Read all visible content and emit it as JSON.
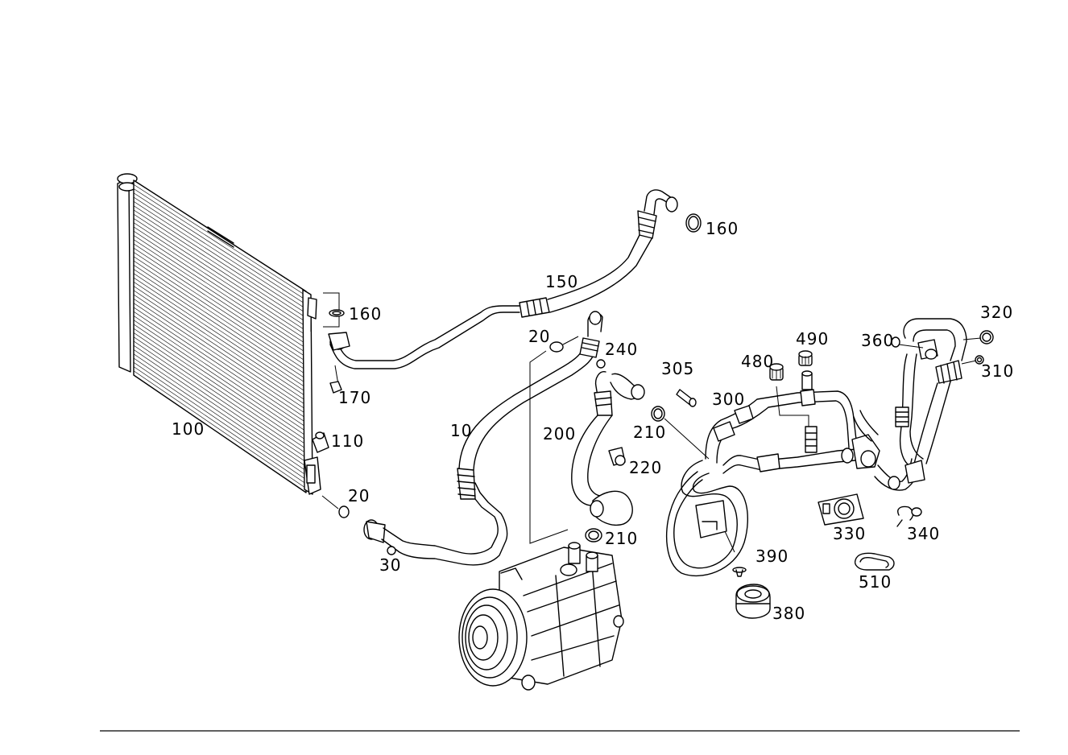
{
  "callouts": {
    "c100": "100",
    "c110": "110",
    "c150": "150",
    "c160a": "160",
    "c160b": "160",
    "c170": "170",
    "c10": "10",
    "c20a": "20",
    "c20b": "20",
    "c30": "30",
    "c200": "200",
    "c210a": "210",
    "c210b": "210",
    "c220": "220",
    "c240": "240",
    "c300": "300",
    "c305": "305",
    "c310": "310",
    "c320": "320",
    "c330": "330",
    "c340": "340",
    "c360": "360",
    "c380": "380",
    "c390": "390",
    "c480": "480",
    "c490": "490",
    "c510": "510"
  },
  "colors": {
    "line": "#000000",
    "background": "#ffffff"
  }
}
